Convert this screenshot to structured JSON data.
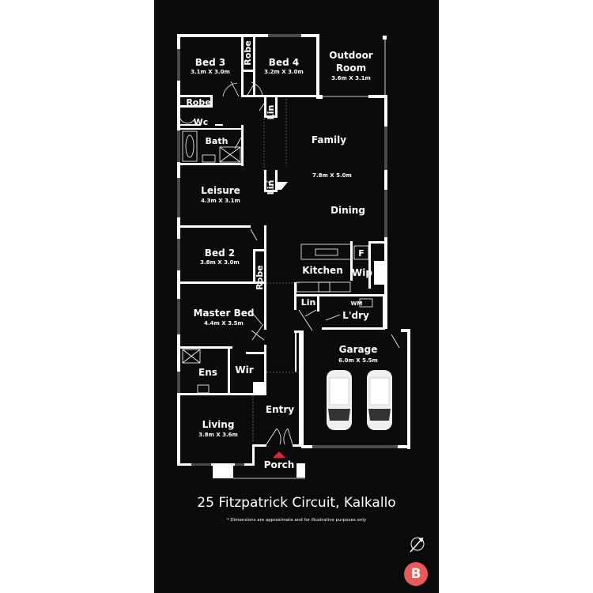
{
  "rooms": {
    "bed3": {
      "label": "Bed 3",
      "dim": "3.1m X 3.0m"
    },
    "bed4": {
      "label": "Bed 4",
      "dim": "3.2m X 3.0m"
    },
    "robe_top": {
      "label": "Robe"
    },
    "outdoor": {
      "label_line1": "Outdoor",
      "label_line2": "Room",
      "dim": "3.6m X 3.1m"
    },
    "robe_left": {
      "label": "Robe"
    },
    "wc": {
      "label": "Wc"
    },
    "bath": {
      "label": "Bath"
    },
    "lin_top": {
      "label": "Lin"
    },
    "lin_mid": {
      "label": "Lin"
    },
    "family": {
      "label": "Family",
      "dim": "7.8m X 5.0m"
    },
    "dining": {
      "label": "Dining"
    },
    "leisure": {
      "label": "Leisure",
      "dim": "4.3m X 3.1m"
    },
    "bed2": {
      "label": "Bed 2",
      "dim": "3.8m X 3.0m"
    },
    "robe_bed2": {
      "label": "Robe"
    },
    "kitchen": {
      "label": "Kitchen"
    },
    "fridge": {
      "label": "F"
    },
    "wip": {
      "label": "Wip"
    },
    "lin_kitchen": {
      "label": "Lin"
    },
    "wm": {
      "label": "WM"
    },
    "laundry": {
      "label": "L'dry"
    },
    "master": {
      "label": "Master Bed",
      "dim": "4.4m X 3.5m"
    },
    "ens": {
      "label": "Ens"
    },
    "wir": {
      "label": "Wir"
    },
    "garage": {
      "label": "Garage",
      "dim": "6.0m X 5.5m"
    },
    "entry": {
      "label": "Entry"
    },
    "living": {
      "label": "Living",
      "dim": "3.8m X 3.6m"
    },
    "porch": {
      "label": "Porch"
    }
  },
  "footer": {
    "address": "25 Fitzpatrick Circuit, Kalkallo",
    "disclaimer": "* Dimensions are approximate and for illustrative purposes only",
    "logo_letter": "B",
    "logo_color": "#e85a5a"
  },
  "colors": {
    "panel": "#0b0b0c",
    "entry_marker": "#e0253a"
  }
}
